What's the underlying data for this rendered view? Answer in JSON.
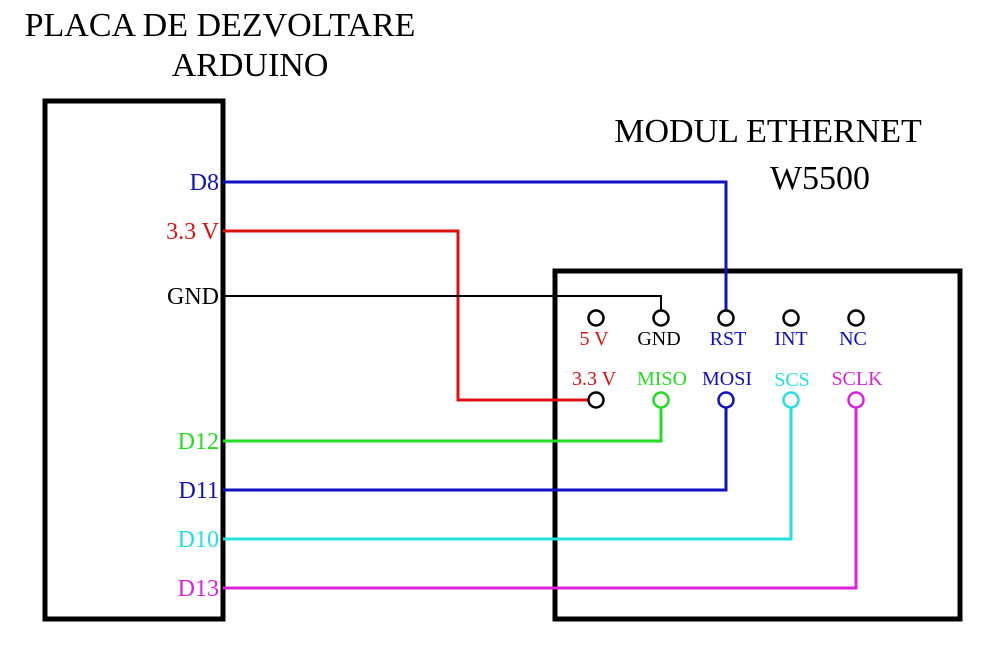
{
  "arduino": {
    "title_line1": "PLACA DE DEZVOLTARE",
    "title_line2": "ARDUINO",
    "pins": {
      "d8": "D8",
      "v33": "3.3 V",
      "gnd": "GND",
      "d12": "D12",
      "d11": "D11",
      "d10": "D10",
      "d13": "D13"
    }
  },
  "ethernet": {
    "title_line1": "MODUL ETHERNET",
    "title_line2": "W5500",
    "top_row": {
      "v5": "5 V",
      "gnd": "GND",
      "rst": "RST",
      "int": "INT",
      "nc": "NC"
    },
    "bottom_row": {
      "v33": "3.3 V",
      "miso": "MISO",
      "mosi": "MOSI",
      "scs": "SCS",
      "sclk": "SCLK"
    }
  },
  "colors": {
    "blue": "#1010c0",
    "red": "#dd1010",
    "black": "#000000",
    "green": "#22dd22",
    "cyan": "#22e0e0",
    "magenta": "#dd22dd"
  }
}
